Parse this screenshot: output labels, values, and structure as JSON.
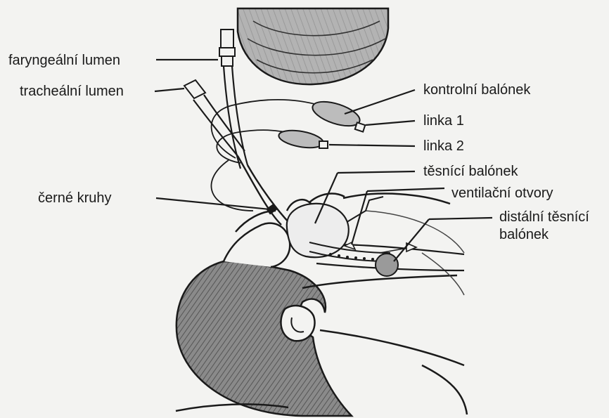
{
  "labels": {
    "faryngealni_lumen": "faryngeální lumen",
    "trachealni_lumen": "tracheální lumen",
    "kontrolni_balonek": "kontrolní balónek",
    "linka_1": "linka 1",
    "linka_2": "linka 2",
    "tesnici_balonek": "těsnící balónek",
    "ventilacni_otvory": "ventilační otvory",
    "cerne_kruhy": "černé kruhy",
    "distalni_tesnici_line1": "distální těsnící",
    "distalni_tesnici_line2": "balónek"
  },
  "colors": {
    "ink": "#1a1a1a",
    "paper": "#f3f3f1",
    "hair": "#777777",
    "balloon_fill": "#bcbcbc",
    "bag_fill": "#b0b0b0",
    "cuff_fill": "#ededed"
  }
}
